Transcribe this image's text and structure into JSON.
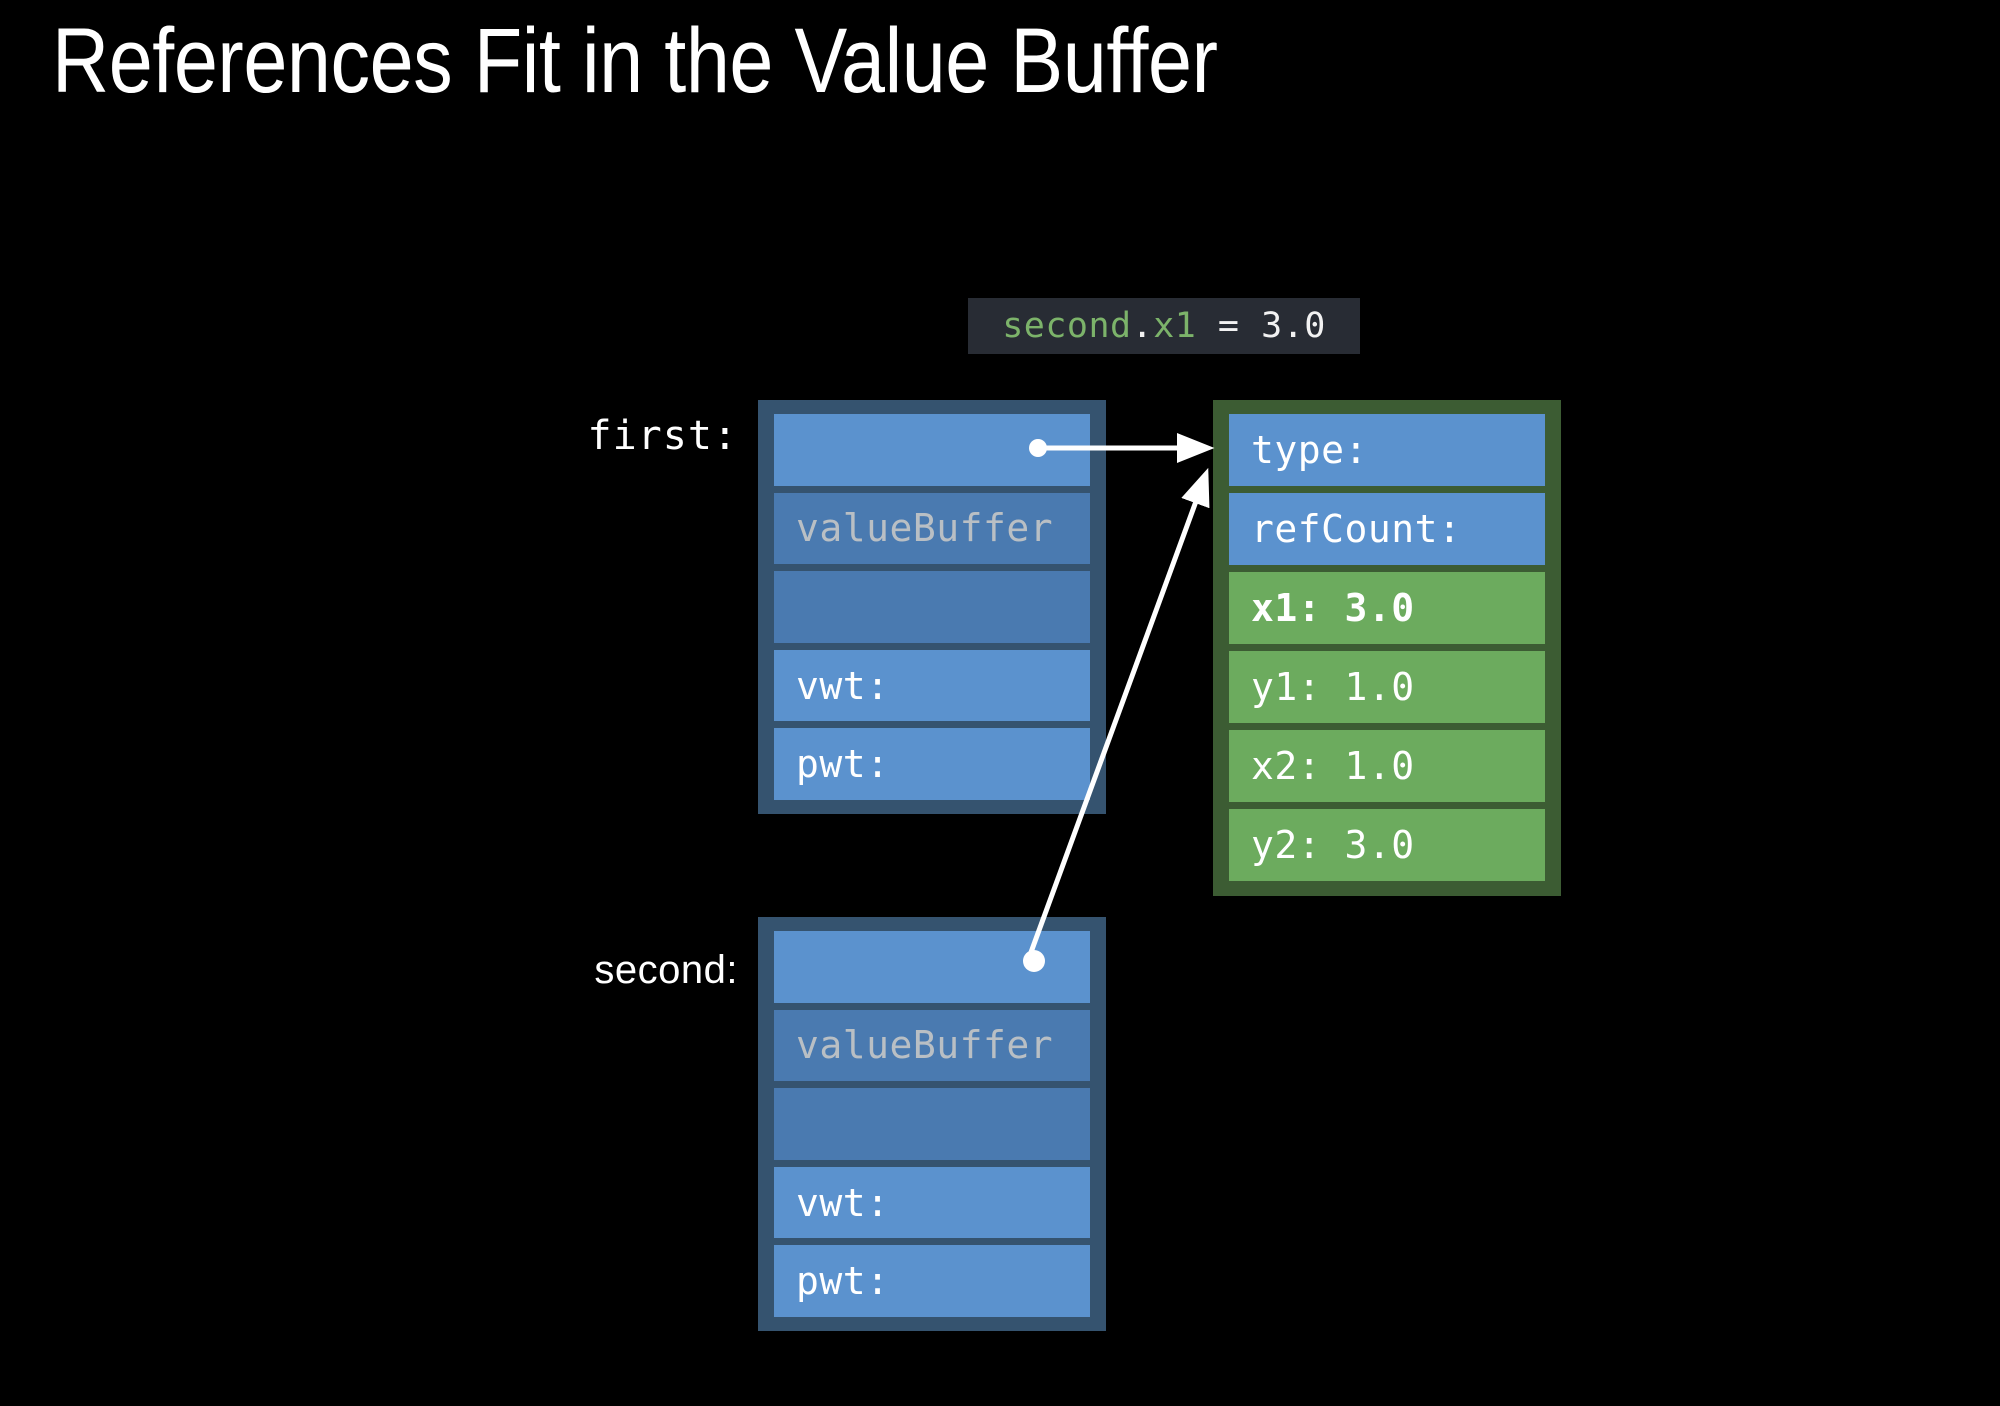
{
  "slide": {
    "title": "References Fit in the Value Buffer",
    "background_color": "#000000",
    "title_color": "#ffffff"
  },
  "code_snippet": {
    "full_text": "second.x1 = 3.0",
    "background_color": "#282c34",
    "tokens": [
      {
        "text": "second",
        "color": "#7cb36a"
      },
      {
        "text": ".",
        "color": "#f2f2f2"
      },
      {
        "text": "x1",
        "color": "#7cb36a"
      },
      {
        "text": " = 3.0",
        "color": "#f2f2f2"
      }
    ]
  },
  "labels": {
    "first": "first:",
    "second": "second:"
  },
  "colors": {
    "stack_box_border": "#35536f",
    "stack_row_light": "#5b92ce",
    "stack_row_dark": "#4a7ab0",
    "heap_box_border": "#3c5c33",
    "heap_row_blue": "#5b92ce",
    "heap_row_green": "#6cab5e",
    "muted_text": "#b9bfc4",
    "arrow": "#ffffff"
  },
  "boxes": {
    "first": {
      "name": "first",
      "rows": [
        {
          "text": "",
          "style": "light"
        },
        {
          "text": "valueBuffer",
          "style": "dark-muted"
        },
        {
          "text": "",
          "style": "dark"
        },
        {
          "text": "vwt:",
          "style": "light"
        },
        {
          "text": "pwt:",
          "style": "light"
        }
      ]
    },
    "second": {
      "name": "second",
      "rows": [
        {
          "text": "",
          "style": "light"
        },
        {
          "text": "valueBuffer",
          "style": "dark-muted"
        },
        {
          "text": "",
          "style": "dark"
        },
        {
          "text": "vwt:",
          "style": "light"
        },
        {
          "text": "pwt:",
          "style": "light"
        }
      ]
    },
    "heap": {
      "name": "heap-object",
      "rows": [
        {
          "text": "type:",
          "style": "blue"
        },
        {
          "text": "refCount:",
          "style": "blue"
        },
        {
          "text": "x1: 3.0",
          "style": "green-bold"
        },
        {
          "text": "y1: 1.0",
          "style": "green"
        },
        {
          "text": "x2: 1.0",
          "style": "green"
        },
        {
          "text": "y2: 3.0",
          "style": "green"
        }
      ]
    }
  },
  "arrows": [
    {
      "name": "first-to-heap",
      "from": "first.valueBuffer",
      "to": "heap.type"
    },
    {
      "name": "second-to-heap",
      "from": "second.valueBuffer",
      "to": "heap.type"
    }
  ]
}
